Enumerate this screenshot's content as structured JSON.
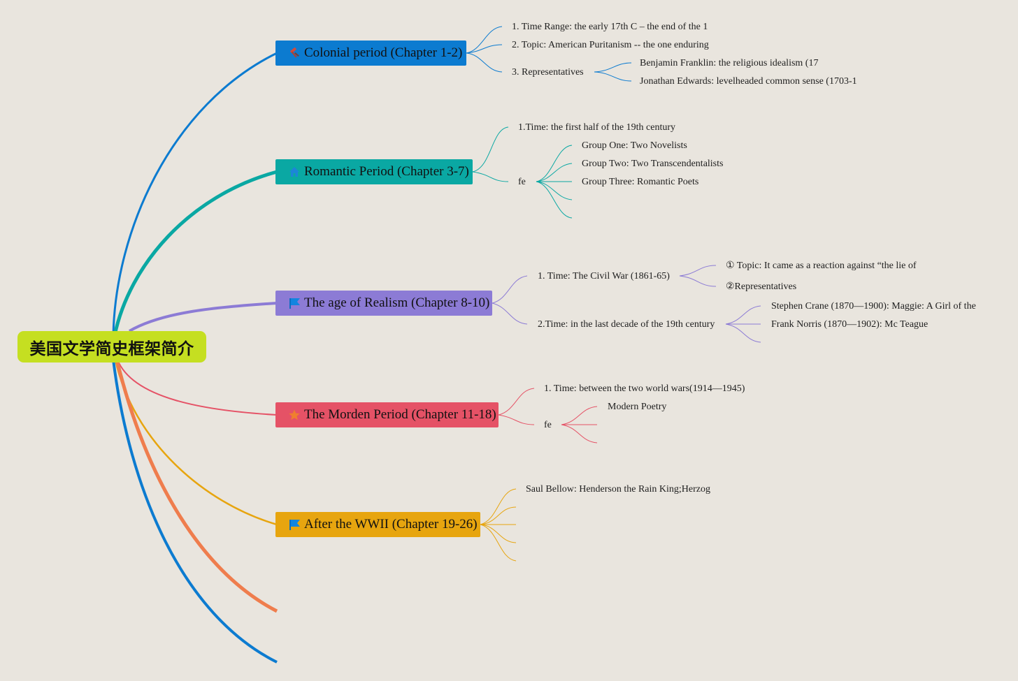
{
  "root": {
    "title": "美国文学简史框架简介",
    "color": "#c5df21"
  },
  "branches": [
    {
      "label": "Colonial period (Chapter 1-2)",
      "color": "#0c7bd0",
      "icon": "hammer-icon",
      "children": [
        {
          "label": "1. Time Range: the early 17th C – the end of the 1"
        },
        {
          "label": "2. Topic: American Puritanism -- the one enduring"
        },
        {
          "label": "3. Representatives",
          "children": [
            {
              "label": "Benjamin Franklin: the religious idealism (17"
            },
            {
              "label": "Jonathan Edwards: levelheaded common sense (1703-1"
            }
          ]
        }
      ]
    },
    {
      "label": "Romantic Period (Chapter 3-7)",
      "color": "#0aa8a3",
      "icon": "home-icon",
      "children": [
        {
          "label": "1.Time: the first half of the 19th century"
        },
        {
          "label": "fe",
          "children": [
            {
              "label": "Group One: Two Novelists"
            },
            {
              "label": "Group Two: Two Transcendentalists"
            },
            {
              "label": "Group Three: Romantic Poets"
            },
            {
              "label": ""
            },
            {
              "label": ""
            }
          ]
        }
      ]
    },
    {
      "label": "The age of Realism (Chapter 8-10)",
      "color": "#8c7bd5",
      "icon": "flag-icon",
      "children": [
        {
          "label": "1. Time: The Civil War (1861-65)",
          "children": [
            {
              "label": "① Topic: It came as a reaction against “the lie of"
            },
            {
              "label": "②Representatives"
            }
          ]
        },
        {
          "label": "2.Time: in the last decade of the 19th century",
          "children": [
            {
              "label": "Stephen Crane (1870—1900): Maggie: A Girl of the"
            },
            {
              "label": "Frank Norris (1870—1902): Mc Teague"
            },
            {
              "label": ""
            }
          ]
        }
      ]
    },
    {
      "label": "The Morden Period (Chapter 11-18)",
      "color": "#e55266",
      "icon": "star-icon",
      "children": [
        {
          "label": "1. Time: between the two world wars(1914—1945)"
        },
        {
          "label": "fe",
          "children": [
            {
              "label": "Modern Poetry"
            },
            {
              "label": ""
            },
            {
              "label": ""
            }
          ]
        }
      ]
    },
    {
      "label": "After the WWII (Chapter 19-26)",
      "color": "#e7a50f",
      "icon": "flag-icon",
      "children": [
        {
          "label": "Saul Bellow: Henderson the Rain King;Herzog"
        },
        {
          "label": ""
        },
        {
          "label": ""
        },
        {
          "label": ""
        },
        {
          "label": ""
        }
      ]
    }
  ],
  "extra_branches": [
    {
      "color": "#ef7d4d"
    },
    {
      "color": "#0c7bd0"
    }
  ]
}
